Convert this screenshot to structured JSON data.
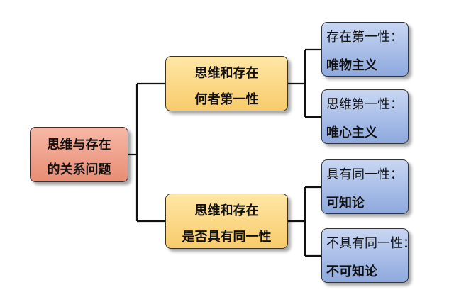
{
  "colors": {
    "root_fill": "#ee9a82",
    "mid_fill": "#fcd98a",
    "leaf_fill": "#a9bde8",
    "line": "#111111"
  },
  "root": {
    "line1": "思维与存在",
    "line2": "的关系问题"
  },
  "branches": [
    {
      "line1": "思维和存在",
      "line2": "何者第一性",
      "leaves": [
        {
          "heading": "存在第一性：",
          "answer": "唯物主义"
        },
        {
          "heading": "思维第一性：",
          "answer": "唯心主义"
        }
      ]
    },
    {
      "line1": "思维和存在",
      "line2": "是否具有同一性",
      "leaves": [
        {
          "heading": "具有同一性：",
          "answer": "可知论"
        },
        {
          "heading": "不具有同一性：",
          "answer": "不可知论"
        }
      ]
    }
  ]
}
